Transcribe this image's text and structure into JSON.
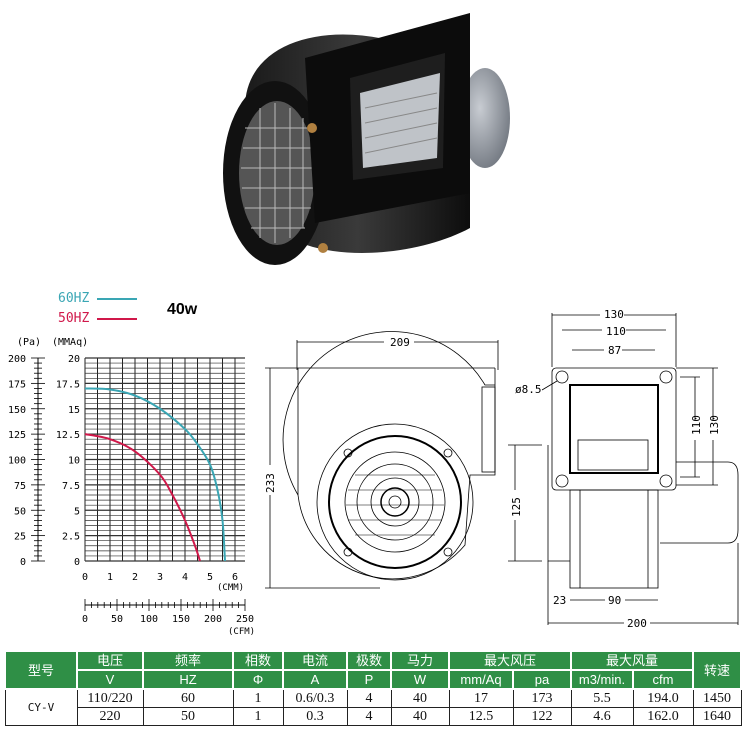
{
  "legend": {
    "items": [
      {
        "label": "60HZ",
        "color": "#3aa6b4"
      },
      {
        "label": "50HZ",
        "color": "#d0184a"
      }
    ],
    "power": "40w"
  },
  "chart_data": {
    "type": "line",
    "title": "40w",
    "xlabel": "(CMM)",
    "ylabel": "(MMAq)",
    "ylabel_secondary": "(Pa)",
    "xlabel_secondary": "(CFM)",
    "xlim": [
      0,
      6.4
    ],
    "ylim": [
      0,
      20
    ],
    "x_ticks": [
      "0",
      "1",
      "2",
      "3",
      "4",
      "5",
      "6"
    ],
    "y_ticks": [
      "0",
      "2.5",
      "5",
      "7.5",
      "10",
      "12.5",
      "15",
      "17.5",
      "20"
    ],
    "pa_ticks": [
      "0",
      "25",
      "50",
      "75",
      "100",
      "125",
      "150",
      "175",
      "200"
    ],
    "cfm_ticks": [
      "0",
      "50",
      "100",
      "150",
      "200",
      "250"
    ],
    "grid": true,
    "legend_position": "top-left",
    "series": [
      {
        "name": "60HZ",
        "color": "#3aa6b4",
        "x": [
          0,
          1,
          2,
          3,
          4,
          4.5,
          5,
          5.3,
          5.5,
          5.6
        ],
        "y": [
          17,
          16.9,
          16.3,
          15,
          13,
          11.5,
          9.5,
          7,
          4,
          0
        ]
      },
      {
        "name": "50HZ",
        "color": "#d0184a",
        "x": [
          0,
          1,
          2,
          3,
          3.5,
          4,
          4.4,
          4.6
        ],
        "y": [
          12.5,
          12,
          10.8,
          8.5,
          6.5,
          4,
          1.5,
          0
        ]
      }
    ]
  },
  "drawings": {
    "side": {
      "width": "209",
      "height": "233"
    },
    "front": {
      "outer": "130",
      "holes": "110",
      "opening": "87",
      "hole_dia": "ø8.5",
      "outer_v": "130",
      "holes_v": "110",
      "outlet": "125",
      "offset": "23",
      "body": "90",
      "total": "200"
    }
  },
  "table": {
    "headers": {
      "model": "型号",
      "voltage": [
        "电压",
        "V"
      ],
      "freq": [
        "频率",
        "HZ"
      ],
      "phase": [
        "相数",
        "Φ"
      ],
      "current": [
        "电流",
        "A"
      ],
      "poles": [
        "极数",
        "P"
      ],
      "power": [
        "马力",
        "W"
      ],
      "pressure": "最大风压",
      "pressure_units": [
        "mm/Aq",
        "pa"
      ],
      "flow": "最大风量",
      "flow_units": [
        "m3/min.",
        "cfm"
      ],
      "speed": "转速"
    },
    "model": "CY-V",
    "rows": [
      [
        "110/220",
        "60",
        "1",
        "0.6/0.3",
        "4",
        "40",
        "17",
        "173",
        "5.5",
        "194.0",
        "1450"
      ],
      [
        "220",
        "50",
        "1",
        "0.3",
        "4",
        "40",
        "12.5",
        "122",
        "4.6",
        "162.0",
        "1640"
      ]
    ]
  }
}
